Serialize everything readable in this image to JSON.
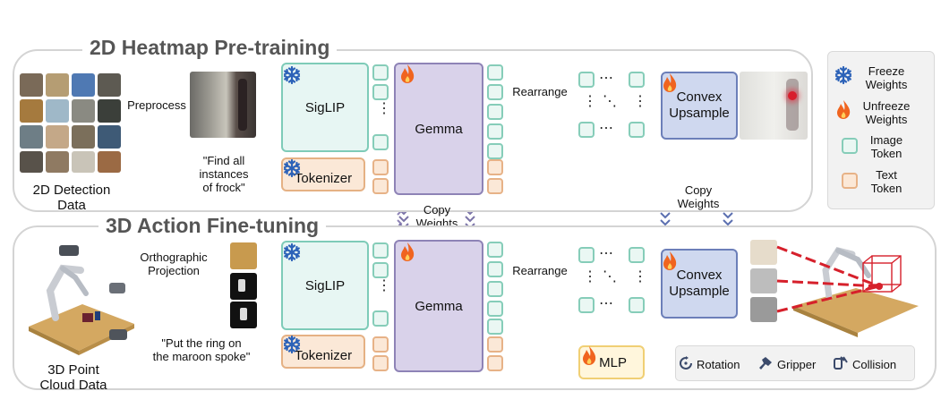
{
  "top_panel": {
    "title": "2D Heatmap Pre-training",
    "data_label": "2D Detection\nData",
    "preprocess": "Preprocess",
    "prompt": "\"Find all\ninstances\nof frock\"",
    "siglip": "SigLIP",
    "tokenizer": "Tokenizer",
    "gemma": "Gemma",
    "rearrange": "Rearrange",
    "upsample": "Convex\nUpsample"
  },
  "middle": {
    "copy_weights_left": "Copy\nWeights",
    "copy_weights_right": "Copy\nWeights"
  },
  "bottom_panel": {
    "title": "3D Action Fine-tuning",
    "data_label": "3D Point\nCloud Data",
    "projection": "Orthographic\nProjection",
    "prompt": "\"Put the ring on\nthe maroon spoke\"",
    "siglip": "SigLIP",
    "tokenizer": "Tokenizer",
    "gemma": "Gemma",
    "rearrange": "Rearrange",
    "upsample": "Convex\nUpsample",
    "mlp": "MLP",
    "outputs": [
      {
        "icon": "rotation-icon",
        "label": "Rotation"
      },
      {
        "icon": "gripper-icon",
        "label": "Gripper"
      },
      {
        "icon": "collision-icon",
        "label": "Collision"
      }
    ]
  },
  "legend": {
    "freeze": "Freeze\nWeights",
    "unfreeze": "Unfreeze\nWeights",
    "image_token": "Image\nToken",
    "text_token": "Text\nToken"
  },
  "colors": {
    "siglip": "#e7f6f3",
    "gemma": "#d9d2ea",
    "tokenizer": "#fbe8d7",
    "upsample": "#cfd8ef",
    "mlp": "#fff6dc",
    "snowflake": "#2c62b8",
    "flame": "#f0641f"
  }
}
